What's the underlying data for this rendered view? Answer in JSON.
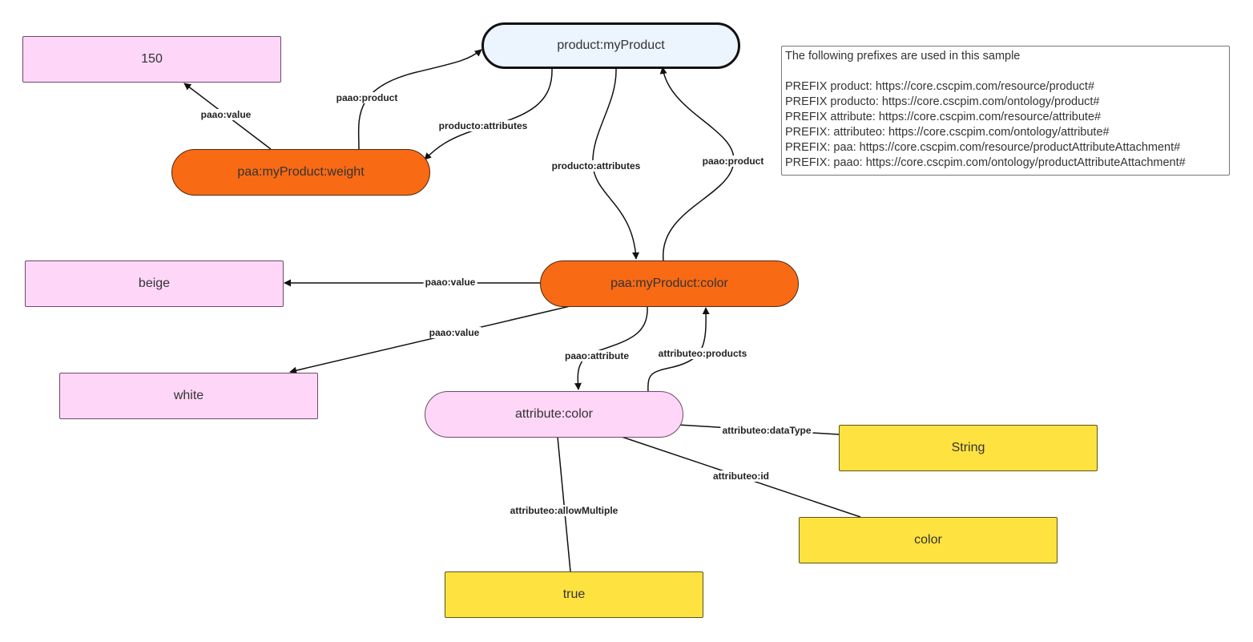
{
  "nodes": {
    "my_product": "product:myProduct",
    "weight": "paa:myProduct:weight",
    "color_attachment": "paa:myProduct:color",
    "attribute_color": "attribute:color",
    "value_150": "150",
    "value_beige": "beige",
    "value_white": "white",
    "value_string": "String",
    "value_color": "color",
    "value_true": "true"
  },
  "edges": {
    "weight_value": "paao:value",
    "weight_product": "paao:product",
    "product_attributes_weight": "producto:attributes",
    "product_attributes_color": "producto:attributes",
    "color_product": "paao:product",
    "color_value_beige": "paao:value",
    "color_value_white": "paao:value",
    "color_attribute": "paao:attribute",
    "attribute_products": "attributeo:products",
    "attribute_datatype": "attributeo:dataType",
    "attribute_id": "attributeo:id",
    "attribute_allow_multiple": "attributeo:allowMultiple"
  },
  "prefixes": {
    "heading": "The following prefixes are used in this sample",
    "lines": [
      "PREFIX product: https://core.cscpim.com/resource/product#",
      "PREFIX producto: https://core.cscpim.com/ontology/product#",
      "PREFIX attribute: https://core.cscpim.com/resource/attribute#",
      "PREFIX: attributeo: https://core.cscpim.com/ontology/attribute#",
      "PREFIX: paa: https://core.cscpim.com/resource/productAttributeAttachment#",
      "PREFIX: paao: https://core.cscpim.com/ontology/productAttributeAttachment#"
    ]
  },
  "colors": {
    "resource_fill": "#ecf4fe",
    "attachment_fill": "#f96a15",
    "literal_fill": "#fed6f8",
    "attribute_value_fill": "#fee240"
  }
}
